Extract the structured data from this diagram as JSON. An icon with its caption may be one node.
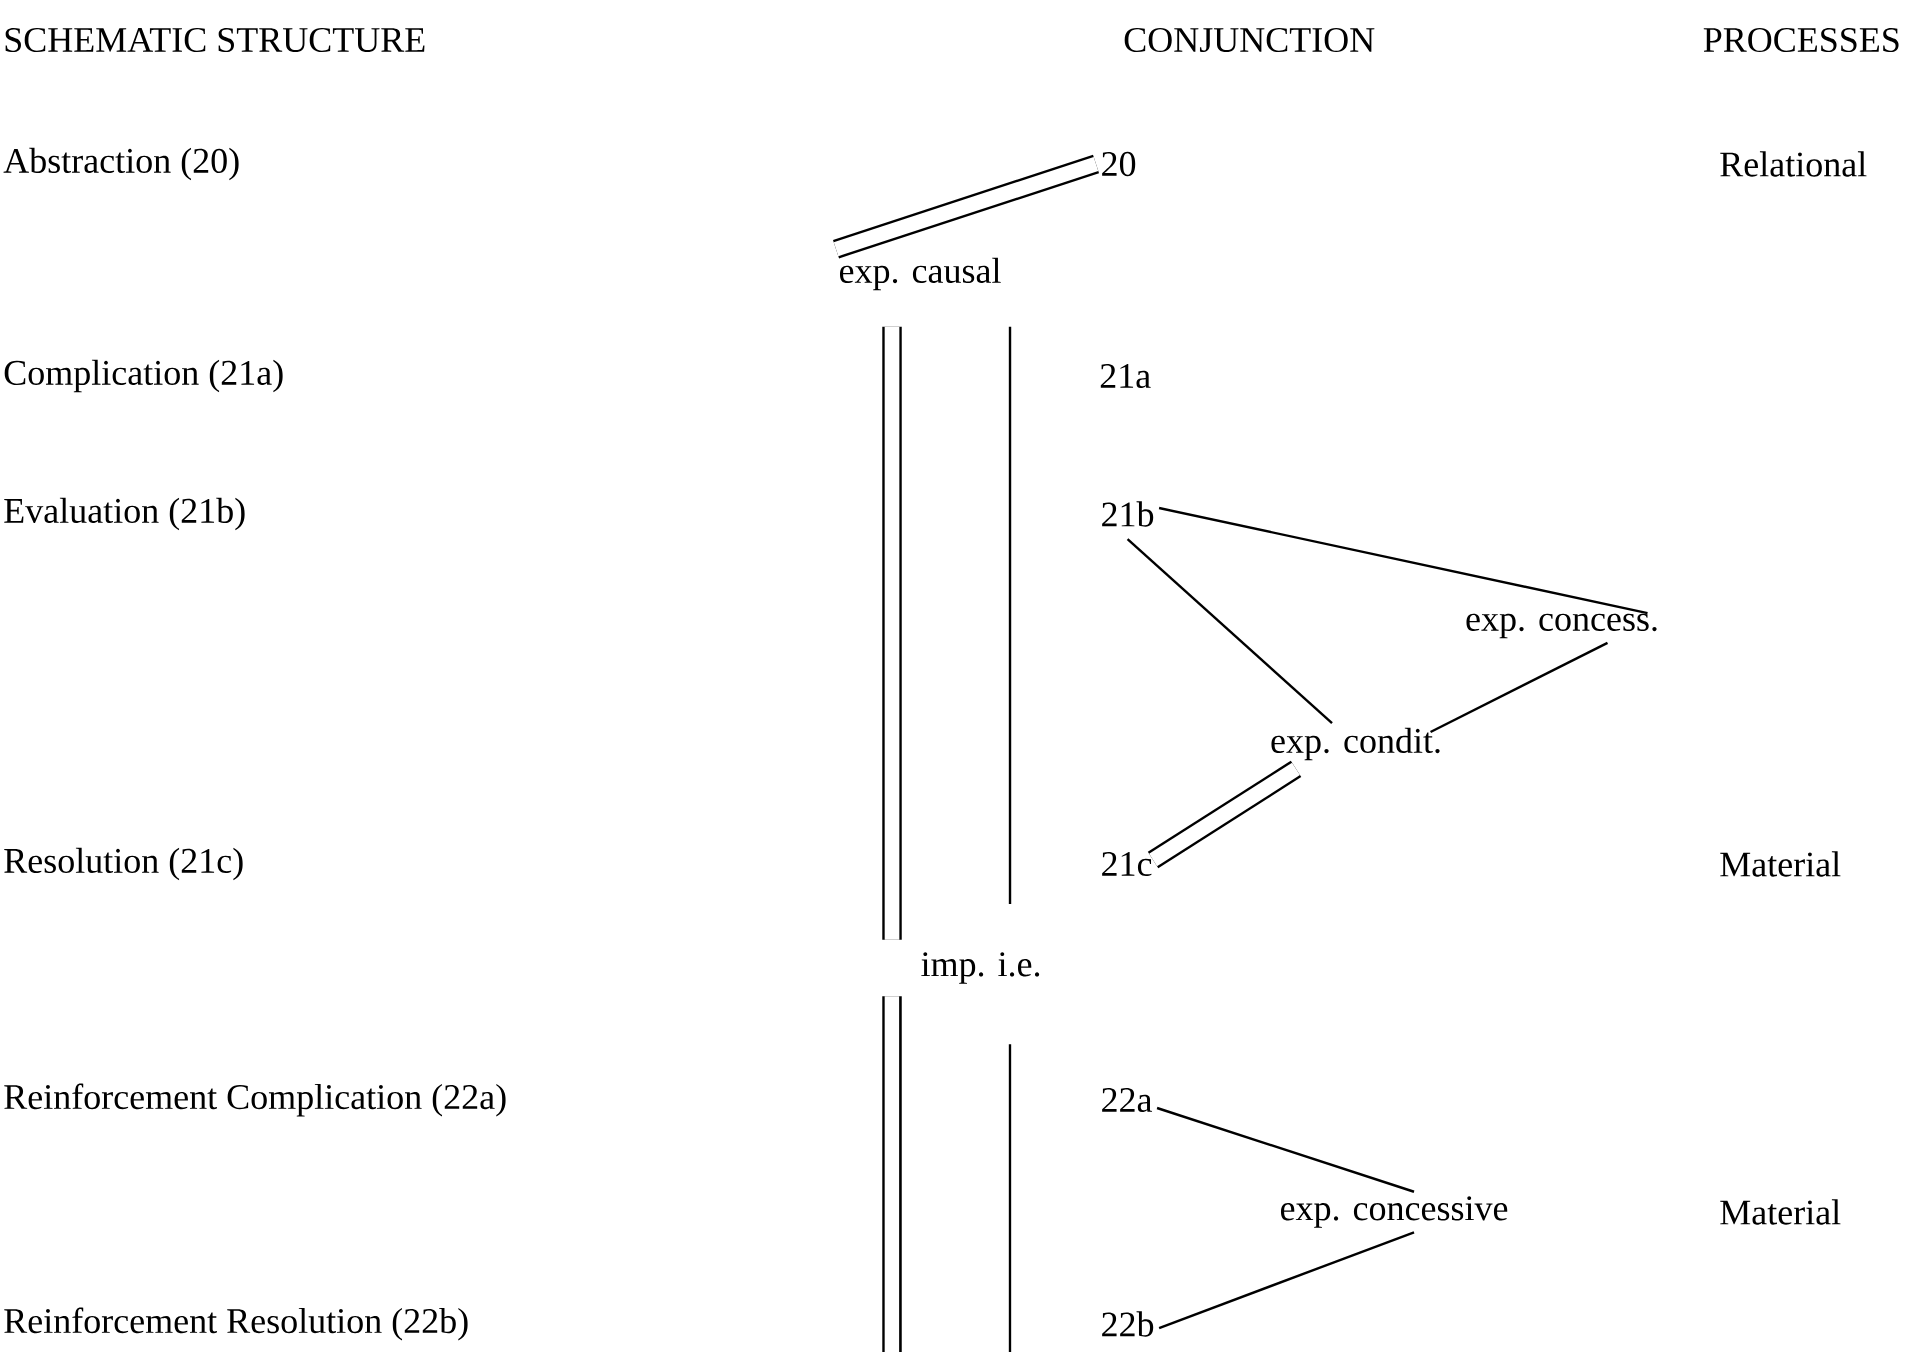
{
  "diagram": {
    "nodes": [
      {
        "text": [
          "20"
        ]
      },
      {
        "text": [
          "exp. causal"
        ]
      },
      {
        "text": [
          "21b"
        ]
      },
      {
        "text": [
          "exp. concess."
        ]
      },
      {
        "text": [
          "exp. condit."
        ]
      },
      {
        "text": [
          "21c"
        ]
      },
      {
        "text": [
          "imp. i.e."
        ]
      },
      {
        "text": [
          "22a"
        ]
      },
      {
        "text": [
          "exp. concessive"
        ]
      },
      {
        "text": [
          "22b"
        ]
      }
    ],
    "edges": [
      {
        "from": 0,
        "to": 1,
        "arrow": "none",
        "style": "thick"
      },
      {
        "from": 1,
        "to": 6,
        "arrow": "none",
        "style": "thick"
      },
      {
        "from": 1,
        "to": null,
        "arrow": "none"
      },
      {
        "from": 2,
        "to": 3,
        "arrow": "none"
      },
      {
        "from": 2,
        "to": 4,
        "arrow": "none"
      },
      {
        "from": 3,
        "to": 4,
        "arrow": "none"
      },
      {
        "from": 4,
        "to": 5,
        "arrow": "none",
        "style": "thick"
      },
      {
        "from": 6,
        "to": null,
        "arrow": "none",
        "style": "thick"
      },
      {
        "from": 6,
        "to": null,
        "arrow": "none"
      },
      {
        "from": 7,
        "to": 8,
        "arrow": "none"
      },
      {
        "from": 9,
        "to": 8,
        "arrow": "none"
      }
    ],
    "labels": [
      "SCHEMATIC STRUCTURE",
      "CONJUNCTION",
      "PROCESSES",
      "Abstraction (20)",
      "Relational",
      "Complication (21a)",
      "21a",
      "Evaluation (21b)",
      "Resolution (21c)",
      "Material",
      "Reinforcement Complication (22a)",
      "Material",
      "Reinforcement Resolution (22b)"
    ]
  }
}
